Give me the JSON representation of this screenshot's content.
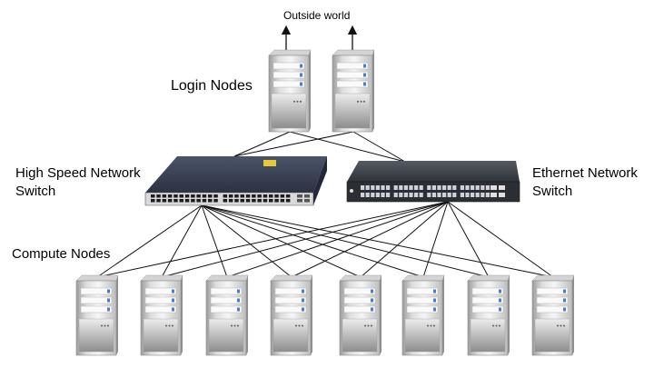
{
  "labels": {
    "outside_world": "Outside world",
    "login_nodes": "Login Nodes",
    "high_speed_switch_line1": "High Speed Network",
    "high_speed_switch_line2": "Switch",
    "ethernet_switch_line1": "Ethernet Network",
    "ethernet_switch_line2": "Switch",
    "compute_nodes": "Compute Nodes"
  },
  "colors": {
    "line": "#111111",
    "server_light": "#f2f2f2",
    "server_shadow": "#9a9a9a",
    "server_led": "#4a7fc8",
    "hs_switch_body": "#3b4357",
    "eth_switch_body": "#3c4048",
    "port": "#1d1d1d",
    "port_face": "#d6d6d6"
  },
  "login_node_count": 2,
  "compute_node_count": 8
}
